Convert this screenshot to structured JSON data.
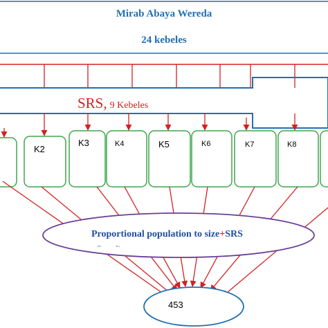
{
  "header": {
    "title": "Mirab Abaya Wereda",
    "subtitle": "24 kebeles"
  },
  "arrow": {
    "label_main": "SRS,",
    "label_sub": "9 Kebeles"
  },
  "kebeles": [
    {
      "label": ""
    },
    {
      "label": "K2"
    },
    {
      "label": "K3"
    },
    {
      "label": "K4"
    },
    {
      "label": "K5"
    },
    {
      "label": "K6"
    },
    {
      "label": "K7"
    },
    {
      "label": "K8"
    },
    {
      "label": ""
    }
  ],
  "ellipse": {
    "label_part1": "Proportional population to size",
    "label_plus": "+",
    "label_part2": "SRS",
    "label_clipped": "Sampling"
  },
  "result": {
    "value": "453"
  },
  "colors": {
    "blue": "#1f6fb2",
    "red": "#d32020",
    "green": "#3fa64a",
    "purple": "#6a3e9a"
  }
}
